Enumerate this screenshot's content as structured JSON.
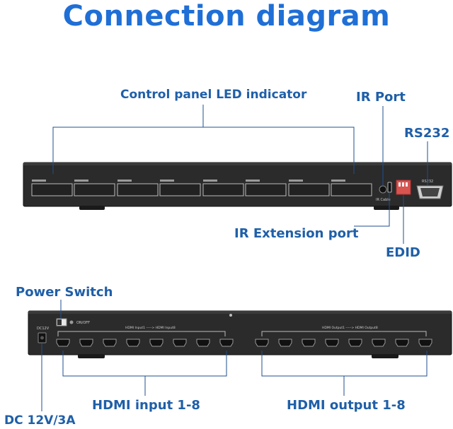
{
  "title": "Connection diagram",
  "labels": {
    "led": "Control panel LED indicator",
    "ir_port": "IR Port",
    "rs232": "RS232",
    "ir_ext": "IR Extension port",
    "edid": "EDID",
    "power_switch": "Power Switch",
    "hdmi_in": "HDMI input 1-8",
    "hdmi_out": "HDMI output 1-8",
    "dc": "DC 12V/3A"
  },
  "device_marks": {
    "rs232": "RS232",
    "on_off": "ON/OFF",
    "dc": "DC12V",
    "ir_cable": "IR Cable",
    "hdmi_inputs": "HDMI Input1 -----> HDMI Input8",
    "hdmi_outputs": "HDMI Output1 -----> HDMI Output8"
  },
  "colors": {
    "title": "#1f6fd6",
    "label": "#1f5fa8",
    "device": "#2b2b2b",
    "line": "#1f4f8f"
  }
}
